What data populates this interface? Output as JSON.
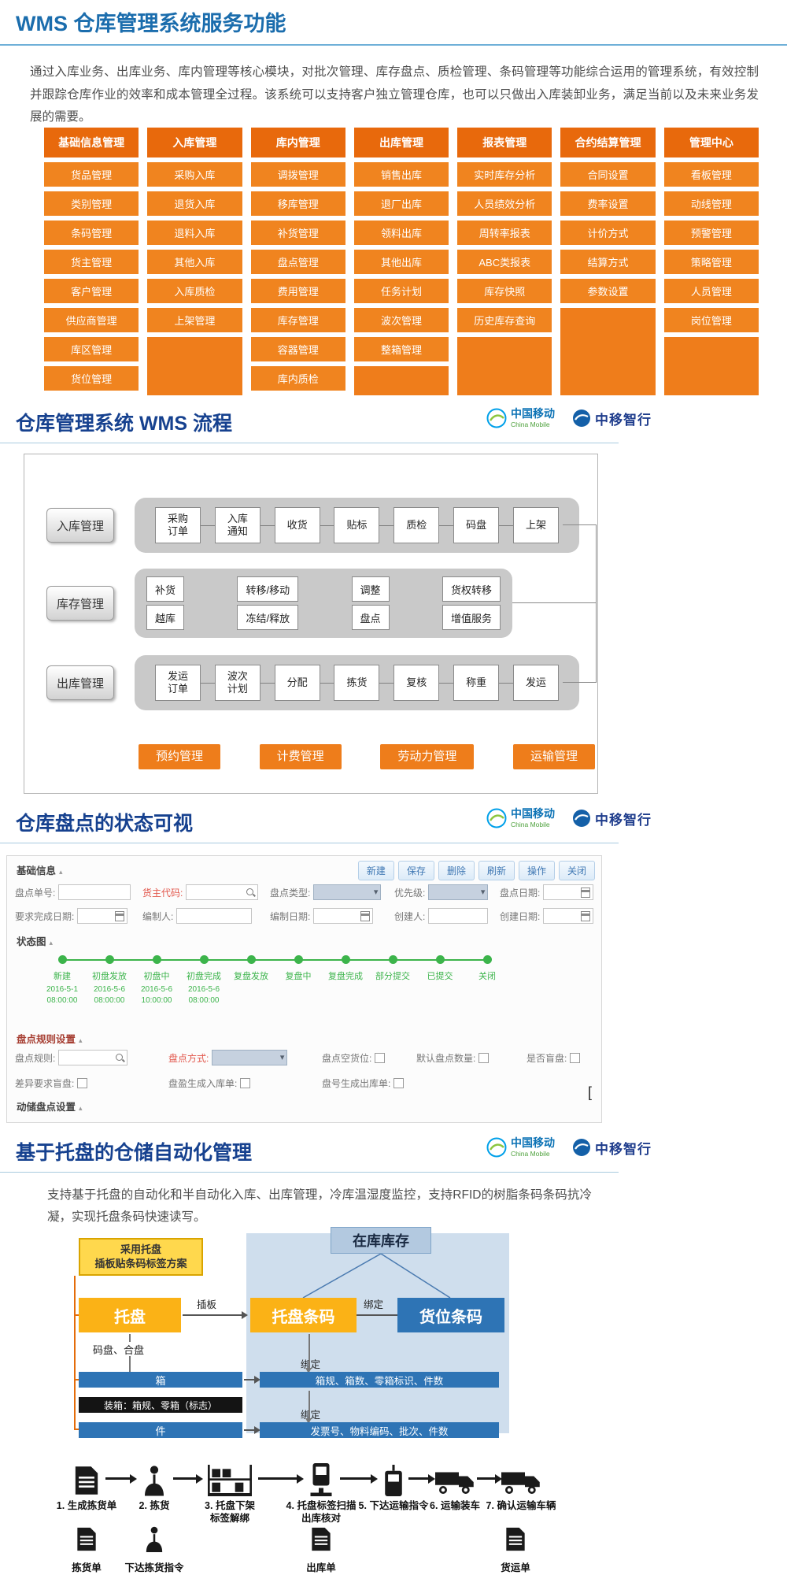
{
  "colors": {
    "accent_orange": "#ef7d1b",
    "title_blue": "#1b6dad",
    "section_navy": "#16418f",
    "timeline_green": "#3cb44b",
    "gold": "#fbb216",
    "barcode_blue": "#2e74b5"
  },
  "header": {
    "title": "WMS 仓库管理系统服务功能",
    "intro": "通过入库业务、出库业务、库内管理等核心模块，对批次管理、库存盘点、质检管理、条码管理等功能综合运用的管理系统，有效控制并跟踪仓库作业的效率和成本管理全过程。该系统可以支持客户独立管理仓库，也可以只做出入库装卸业务，满足当前以及未来业务发展的需要。"
  },
  "logos": {
    "cm_cn": "中国移动",
    "cm_en": "China Mobile",
    "zx": "中移智行"
  },
  "function_grid": {
    "columns": [
      {
        "header": "基础信息管理",
        "items": [
          "货品管理",
          "类别管理",
          "条码管理",
          "货主管理",
          "客户管理",
          "供应商管理",
          "库区管理",
          "货位管理"
        ]
      },
      {
        "header": "入库管理",
        "items": [
          "采购入库",
          "退货入库",
          "退料入库",
          "其他入库",
          "入库质检",
          "上架管理"
        ]
      },
      {
        "header": "库内管理",
        "items": [
          "调拨管理",
          "移库管理",
          "补货管理",
          "盘点管理",
          "费用管理",
          "库存管理",
          "容器管理",
          "库内质检"
        ]
      },
      {
        "header": "出库管理",
        "items": [
          "销售出库",
          "退厂出库",
          "领料出库",
          "其他出库",
          "任务计划",
          "波次管理",
          "整箱管理"
        ]
      },
      {
        "header": "报表管理",
        "items": [
          "实时库存分析",
          "人员绩效分析",
          "周转率报表",
          "ABC类报表",
          "库存快照",
          "历史库存查询"
        ]
      },
      {
        "header": "合约结算管理",
        "items": [
          "合同设置",
          "费率设置",
          "计价方式",
          "结算方式",
          "参数设置"
        ]
      },
      {
        "header": "管理中心",
        "items": [
          "看板管理",
          "动线管理",
          "预警管理",
          "策略管理",
          "人员管理",
          "岗位管理"
        ]
      }
    ]
  },
  "process": {
    "title": "仓库管理系统 WMS 流程",
    "row1": {
      "label": "入库管理",
      "boxes": [
        "采购\n订单",
        "入库\n通知",
        "收货",
        "贴标",
        "质检",
        "码盘",
        "上架"
      ]
    },
    "row2": {
      "label": "库存管理",
      "top": [
        "补货",
        "转移/移动",
        "调整",
        "货权转移"
      ],
      "bottom": [
        "越库",
        "冻结/释放",
        "盘点",
        "增值服务"
      ]
    },
    "row3": {
      "label": "出库管理",
      "boxes": [
        "发运\n订单",
        "波次\n计划",
        "分配",
        "拣货",
        "复核",
        "称重",
        "发运"
      ]
    },
    "footer_buttons": [
      "预约管理",
      "计费管理",
      "劳动力管理",
      "运输管理"
    ]
  },
  "status": {
    "title": "仓库盘点的状态可视",
    "group1": "基础信息",
    "toolbar": [
      "新建",
      "保存",
      "删除",
      "刷新",
      "操作",
      "关闭"
    ],
    "fields": {
      "order_no": "盘点单号:",
      "owner_code": "货主代码:",
      "count_type": "盘点类型:",
      "priority": "优先级:",
      "count_date": "盘点日期:",
      "require_date": "要求完成日期:",
      "editor": "编制人:",
      "edit_date": "编制日期:",
      "creator": "创建人:",
      "create_date": "创建日期:"
    },
    "state_group": "状态图",
    "timeline": [
      {
        "label": "新建",
        "date": "2016-5-1\n08:00:00"
      },
      {
        "label": "初盘发放",
        "date": "2016-5-6\n08:00:00"
      },
      {
        "label": "初盘中",
        "date": "2016-5-6\n10:00:00"
      },
      {
        "label": "初盘完成",
        "date": "2016-5-6\n08:00:00"
      },
      {
        "label": "复盘发放",
        "date": ""
      },
      {
        "label": "复盘中",
        "date": ""
      },
      {
        "label": "复盘完成",
        "date": ""
      },
      {
        "label": "部分提交",
        "date": ""
      },
      {
        "label": "已提交",
        "date": ""
      },
      {
        "label": "关闭",
        "date": ""
      }
    ],
    "rules_group": "盘点规则设置",
    "rules": {
      "rule": "盘点规则:",
      "method": "盘点方式:",
      "empty_slot": "盘点空货位:",
      "default_qty": "默认盘点数量:",
      "blind": "是否盲盘:",
      "diff_blind": "差异要求盲盘:",
      "gain_inbound": "盘盈生成入库单:",
      "loss_outbound": "盘号生成出库单:"
    },
    "dynamic_group": "动储盘点设置",
    "bracket": "["
  },
  "pallet": {
    "title": "基于托盘的仓储自动化管理",
    "desc": "支持基于托盘的自动化和半自动化入库、出库管理，冷库温湿度监控，支持RFID的树脂条码条码抗冷凝，实现托盘条码快速读写。",
    "note": "采用托盘\n插板贴条码标签方案",
    "stock": "在库库存",
    "pallet_box": "托盘",
    "pallet_barcode": "托盘条码",
    "slot_barcode": "货位条码",
    "insert_label": "插板",
    "bind_label": "绑定",
    "palletize": "码盘、合盘",
    "box_bar": "箱",
    "pack_bar": "装箱：箱规、零箱（标志）",
    "piece_bar": "件",
    "right_bar1": "箱规、箱数、零箱标识、件数",
    "right_bar2": "发票号、物料编码、批次、件数",
    "steps": {
      "s1": "1. 生成拣货单",
      "s2": "2. 拣货",
      "s3": "3. 托盘下架\n标签解绑",
      "s4": "4. 托盘标签扫描\n出库核对",
      "s5": "5. 下达运输指令",
      "s6": "6. 运输装车",
      "s7": "7. 确认运输车辆"
    },
    "docs": {
      "d1": "拣货单",
      "d2": "下达拣货指令",
      "d3": "出库单",
      "d4": "货运单"
    }
  }
}
